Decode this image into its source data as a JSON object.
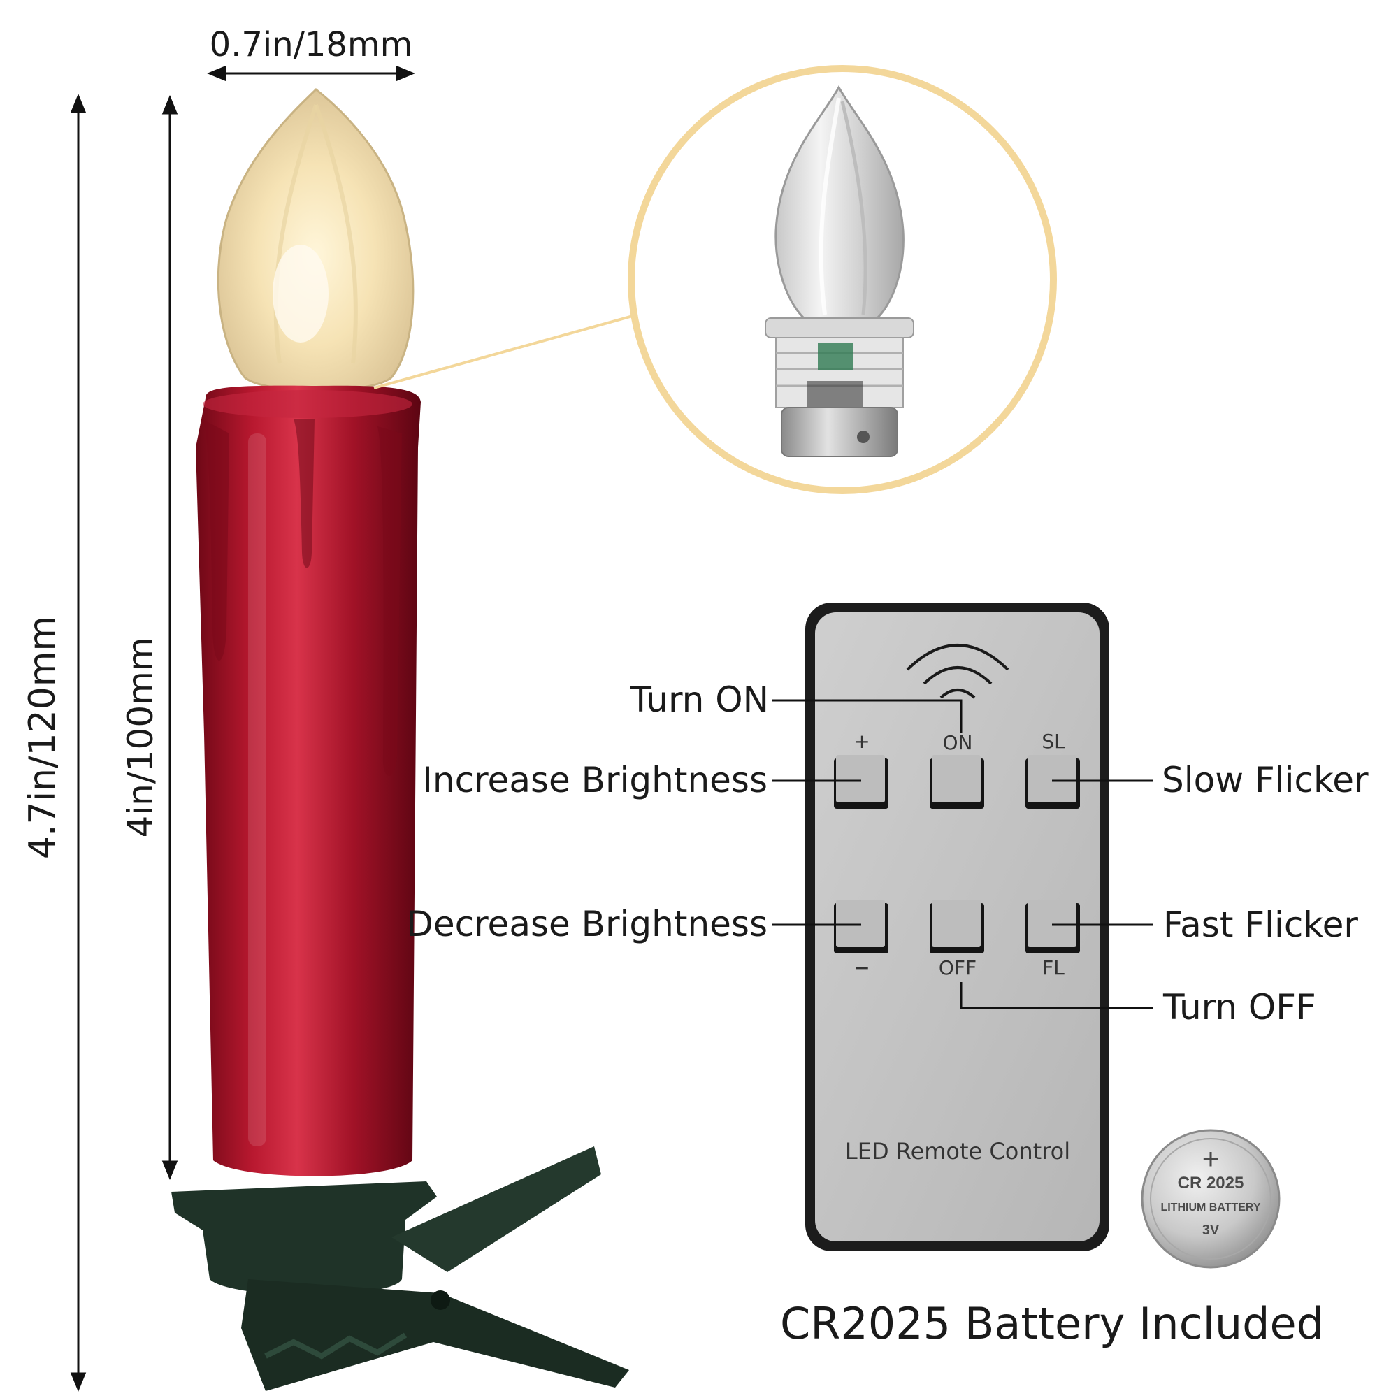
{
  "dimensions": {
    "width_label": "0.7in/18mm",
    "total_height_label": "4.7in/120mm",
    "body_height_label": "4in/100mm"
  },
  "remote": {
    "title": "LED Remote Control",
    "buttons": {
      "plus": "+",
      "on": "ON",
      "sl": "SL",
      "minus": "−",
      "off": "OFF",
      "fl": "FL"
    }
  },
  "callouts": {
    "turn_on": "Turn ON",
    "increase": "Increase Brightness",
    "slow_flicker": "Slow Flicker",
    "decrease": "Decrease Brightness",
    "fast_flicker": "Fast Flicker",
    "turn_off": "Turn OFF"
  },
  "battery": {
    "model": "CR 2025",
    "type": "LITHIUM BATTERY",
    "voltage": "3V",
    "plus": "+"
  },
  "caption": "CR2025 Battery Included",
  "colors": {
    "candle_red": "#a3122a",
    "clip_green": "#1f3328",
    "flame_glow": "#f6e3b5",
    "circle_outline": "#f3d79a",
    "remote_gray": "#c2c2c2",
    "remote_border": "#1c1c1c"
  }
}
